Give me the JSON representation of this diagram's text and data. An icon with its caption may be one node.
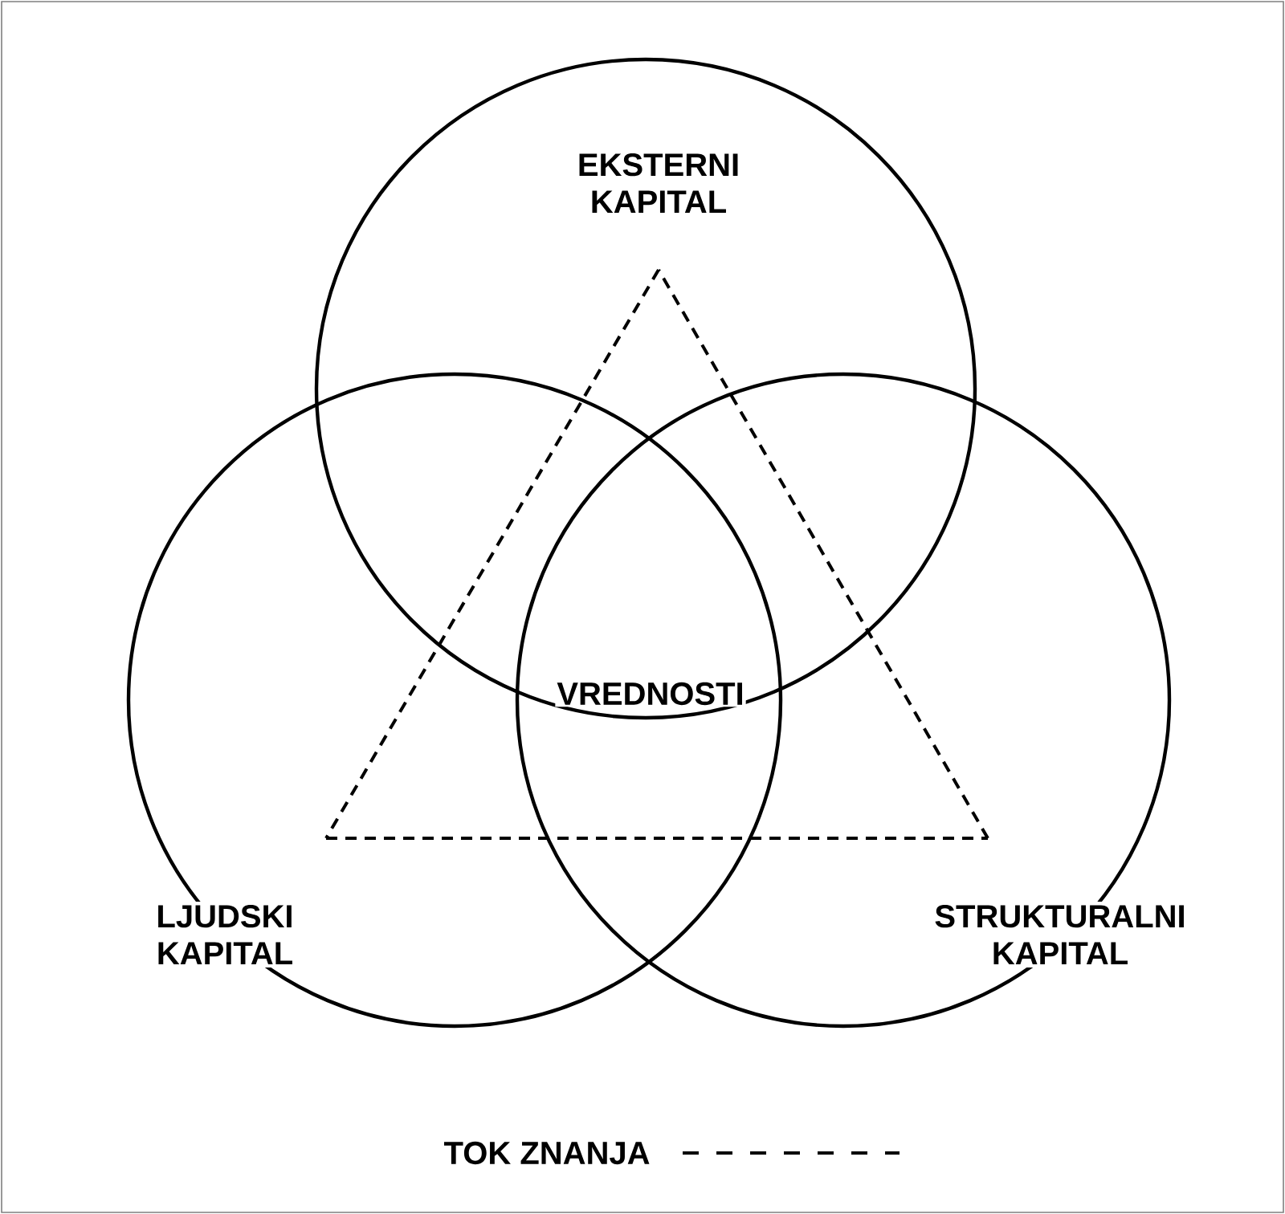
{
  "diagram": {
    "nodes": [
      {
        "text": [
          "EKSTERNI KAPITAL"
        ]
      },
      {
        "text": [
          "LJUDSKI KAPITAL"
        ]
      },
      {
        "text": [
          "STRUKTURALNI KAPITAL"
        ]
      }
    ],
    "edges": [
      {
        "from": 0,
        "to": 1,
        "arrow": "none",
        "style": "dashed"
      },
      {
        "from": 1,
        "to": 2,
        "arrow": "none",
        "style": "dashed"
      },
      {
        "from": 2,
        "to": 0,
        "arrow": "none",
        "style": "dashed"
      }
    ],
    "labels": [
      "VREDNOSTI"
    ],
    "legend": [
      {
        "text": "TOK ZNANJA"
      }
    ]
  }
}
